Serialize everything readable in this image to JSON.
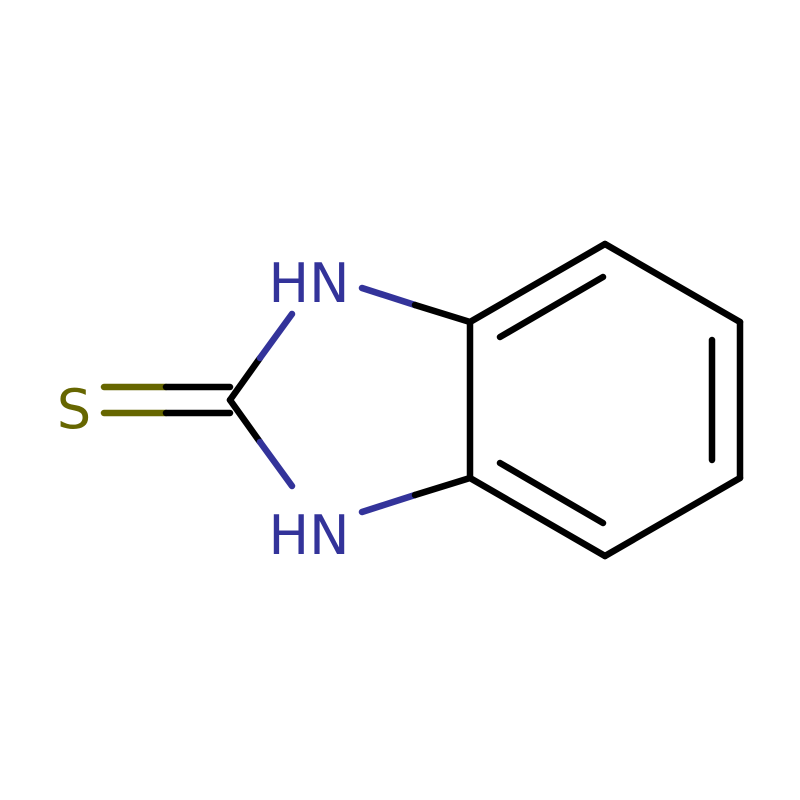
{
  "molecule": {
    "atoms": {
      "sulfur": "S",
      "nh_top": "HN",
      "nh_bottom": "HN"
    },
    "colors": {
      "carbon": "#000000",
      "nitrogen": "#33339A",
      "sulfur": "#666600",
      "background": "#FFFFFF"
    }
  }
}
